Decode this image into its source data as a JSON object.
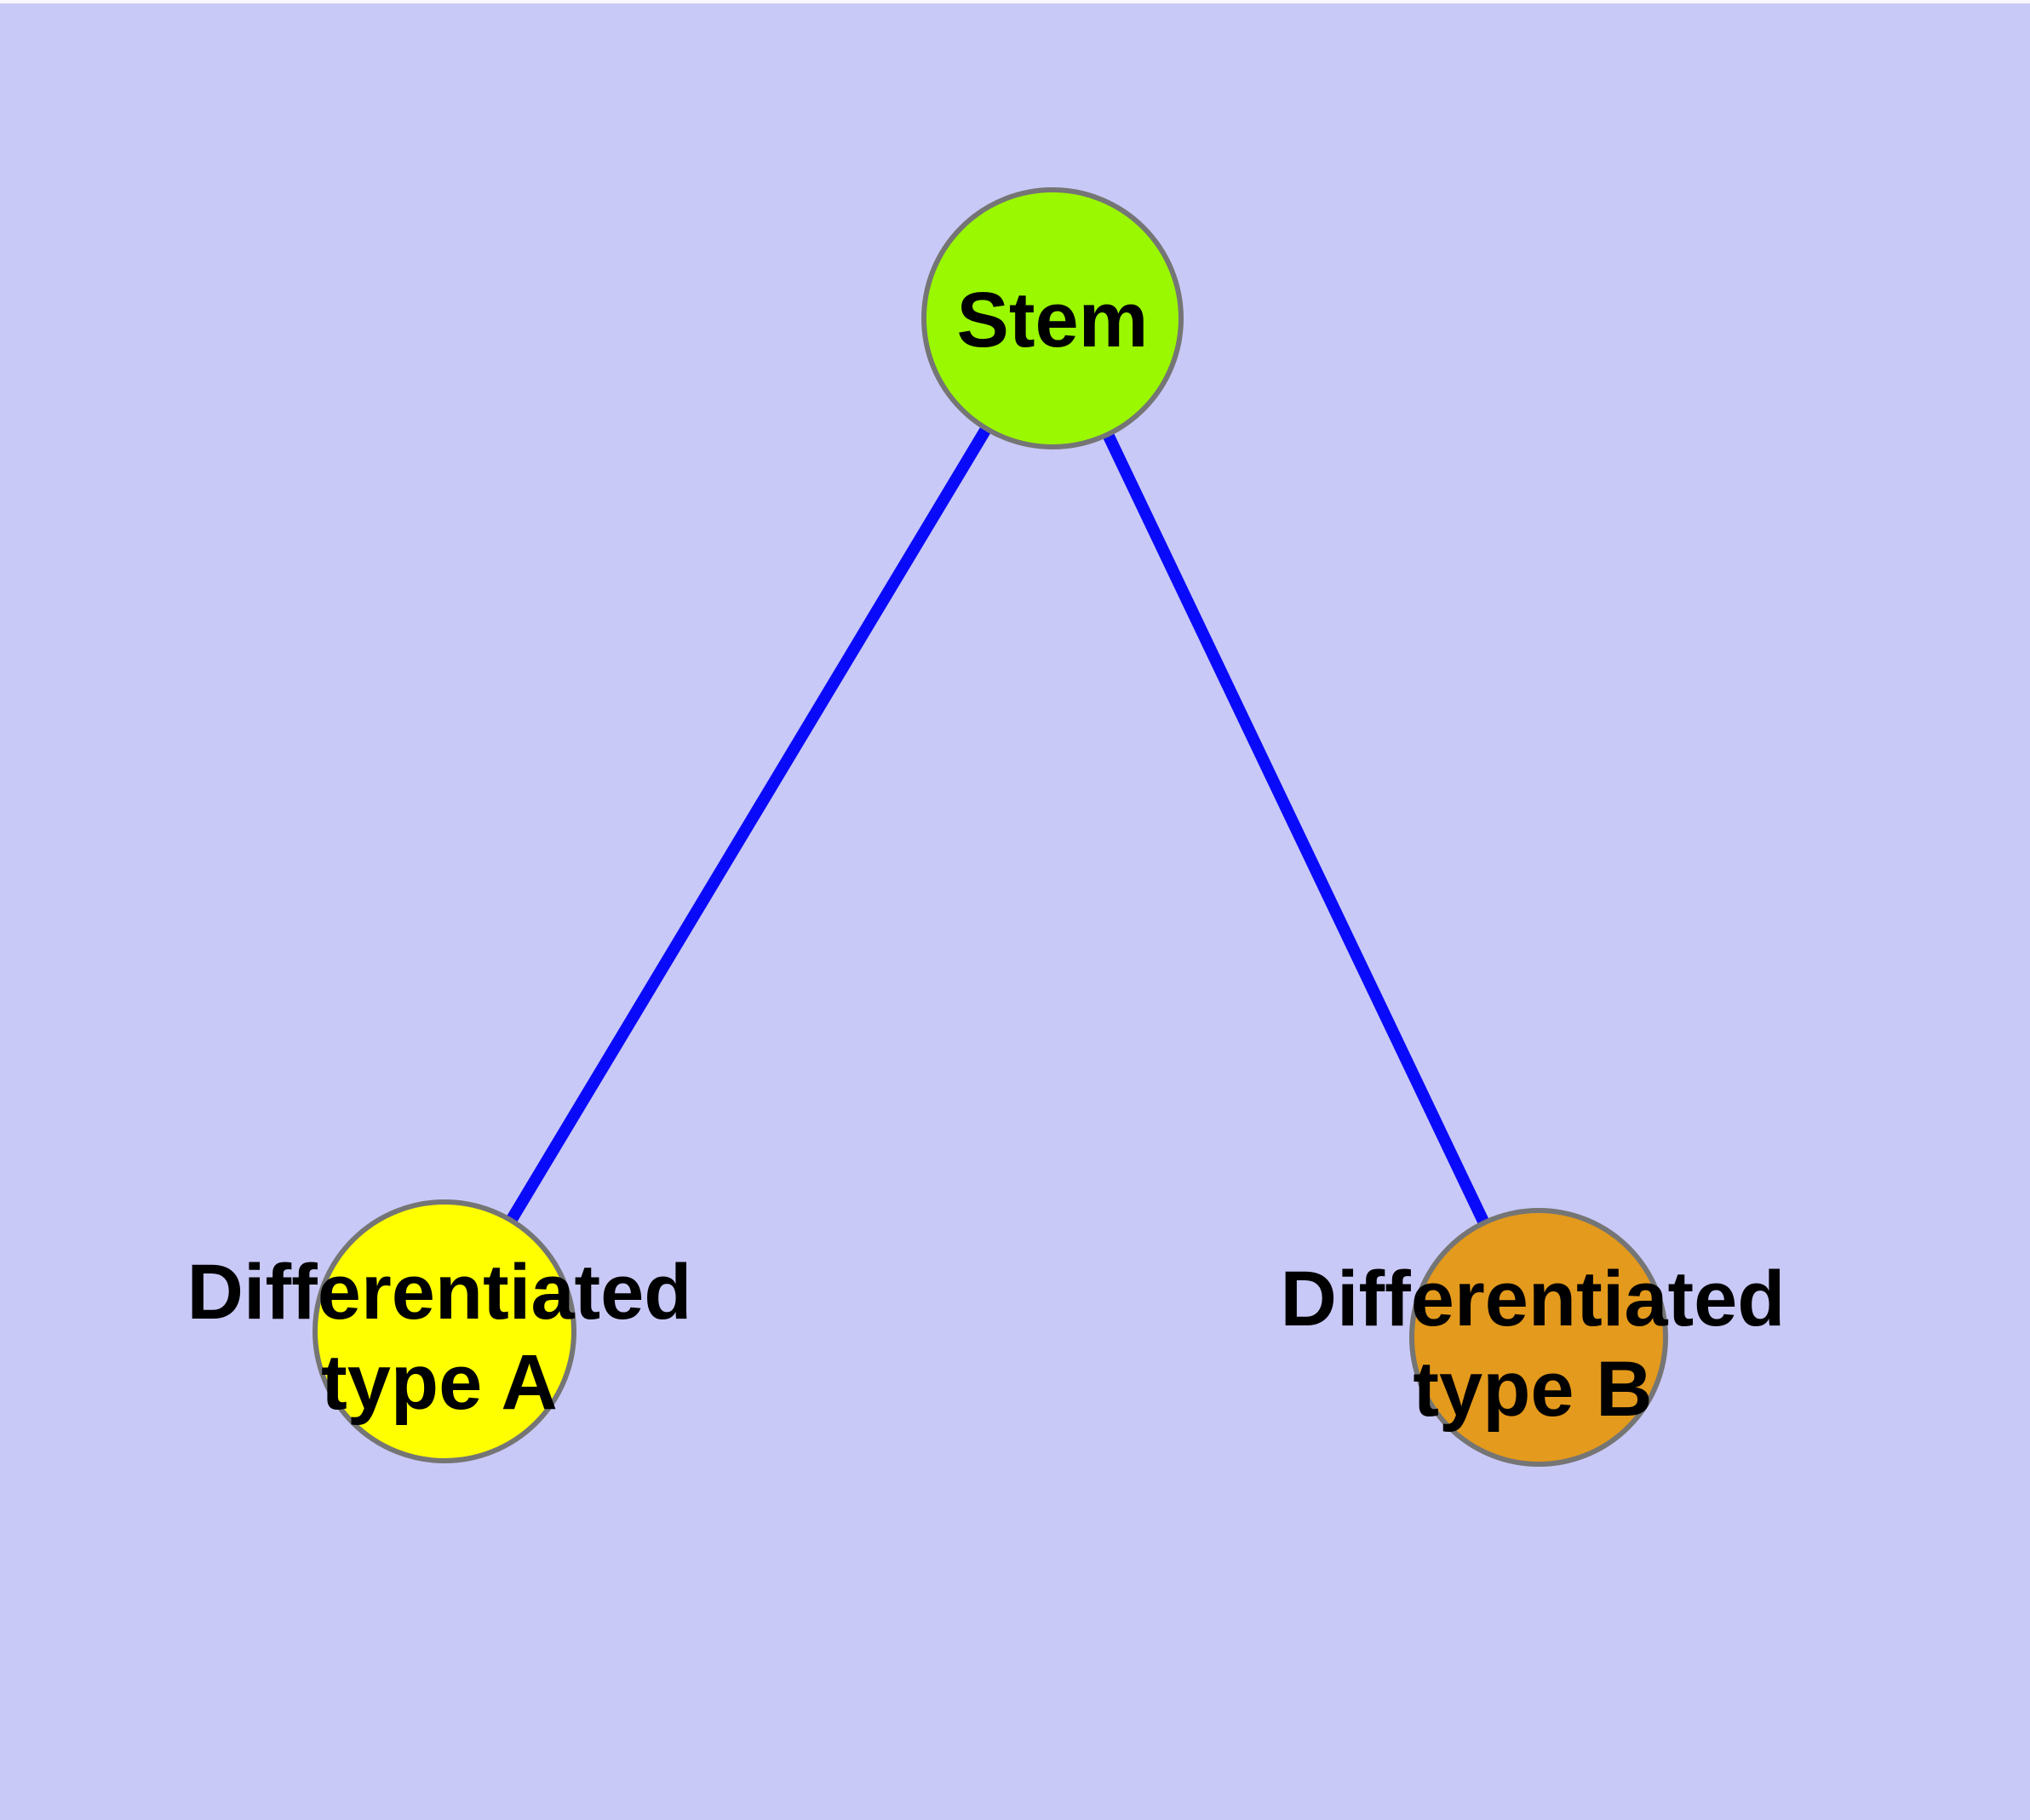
{
  "canvas": {
    "background_color": "#C9C9F7",
    "top_edge_color": "#F8F8FD"
  },
  "diagram": {
    "type": "node-link-tree",
    "edge_color": "#0A0AFA",
    "node_border_color": "#757575",
    "label_color": "#000000",
    "nodes": [
      {
        "id": "stem",
        "label": "Stem",
        "lines": [
          "Stem"
        ],
        "fill": "#9AF800"
      },
      {
        "id": "differentiated-type-a",
        "label": "Differentiated type A",
        "lines": [
          "Differentiated",
          "type A"
        ],
        "fill": "#FFFF00"
      },
      {
        "id": "differentiated-type-b",
        "label": "Differentiated type B",
        "lines": [
          "Differentiated",
          "type B"
        ],
        "fill": "#E49A1C"
      }
    ],
    "edges": [
      {
        "from": "Stem",
        "to": "Differentiated type A"
      },
      {
        "from": "Stem",
        "to": "Differentiated type B"
      }
    ]
  }
}
